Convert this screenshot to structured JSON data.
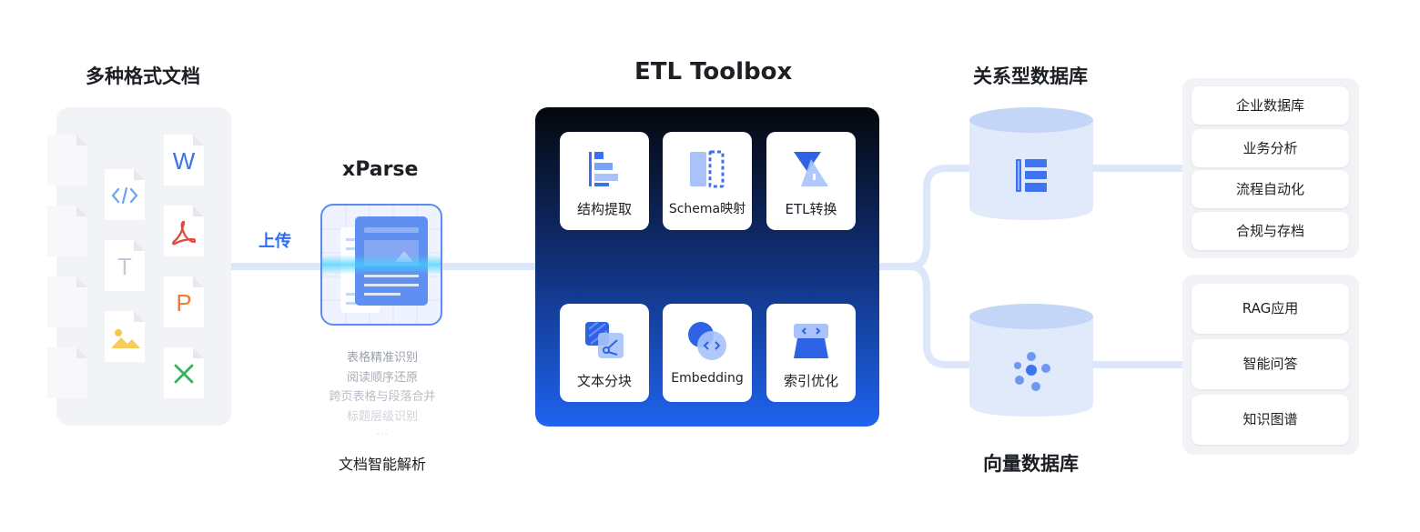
{
  "colors": {
    "accent": "#2b6ef3",
    "line": "#dde7fb",
    "panel": "#f2f3f6",
    "box_top": "#05070c",
    "box_bottom": "#1f63f0"
  },
  "sources": {
    "title": "多种格式文档",
    "upload_label": "上传",
    "file_icons": [
      "code-file-icon",
      "text-file-icon",
      "image-file-icon",
      "word-file-icon",
      "pdf-file-icon",
      "powerpoint-file-icon",
      "excel-file-icon"
    ],
    "file_glyphs": {
      "word": "W",
      "text": "T",
      "powerpoint": "P"
    }
  },
  "xparse": {
    "title": "xParse",
    "features": [
      "表格精准识别",
      "阅读顺序还原",
      "跨页表格与段落合并",
      "标题层级识别",
      "..."
    ],
    "caption": "文档智能解析"
  },
  "etl": {
    "title": "ETL Toolbox",
    "tools": [
      {
        "label": "结构提取",
        "icon": "structure-extract-icon"
      },
      {
        "label": "Schema映射",
        "icon": "schema-mapping-icon"
      },
      {
        "label": "ETL转换",
        "icon": "etl-transform-icon"
      },
      {
        "label": "文本分块",
        "icon": "text-chunk-icon"
      },
      {
        "label": "Embedding",
        "icon": "embedding-icon"
      },
      {
        "label": "索引优化",
        "icon": "index-optimize-icon"
      }
    ]
  },
  "relational_db": {
    "title": "关系型数据库",
    "icon": "table-structure-icon",
    "apps": [
      "企业数据库",
      "业务分析",
      "流程自动化",
      "合规与存档"
    ]
  },
  "vector_db": {
    "title": "向量数据库",
    "icon": "vector-dots-icon",
    "apps": [
      "RAG应用",
      "智能问答",
      "知识图谱"
    ]
  }
}
